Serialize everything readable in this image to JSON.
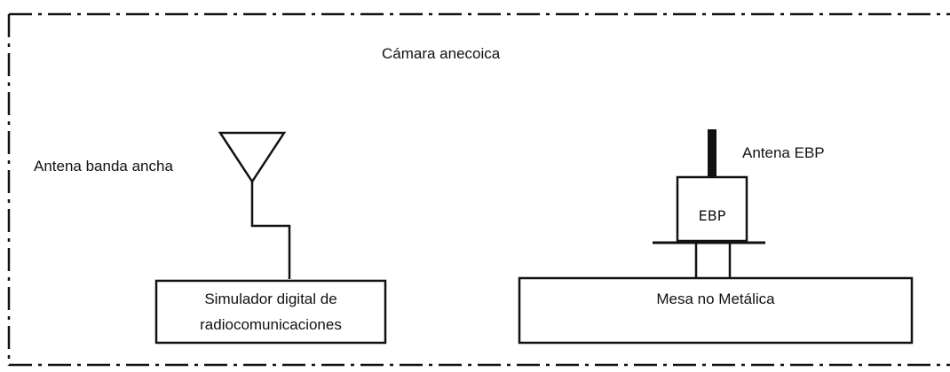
{
  "chamber": {
    "label": "Cámara anecoica"
  },
  "broadband_antenna": {
    "label": "Antena banda ancha"
  },
  "simulator": {
    "line1": "Simulador digital de",
    "line2": "radiocomunicaciones"
  },
  "ebp_antenna": {
    "label": "Antena EBP"
  },
  "ebp_device": {
    "label": "EBP"
  },
  "table": {
    "label": "Mesa no Metálica"
  }
}
